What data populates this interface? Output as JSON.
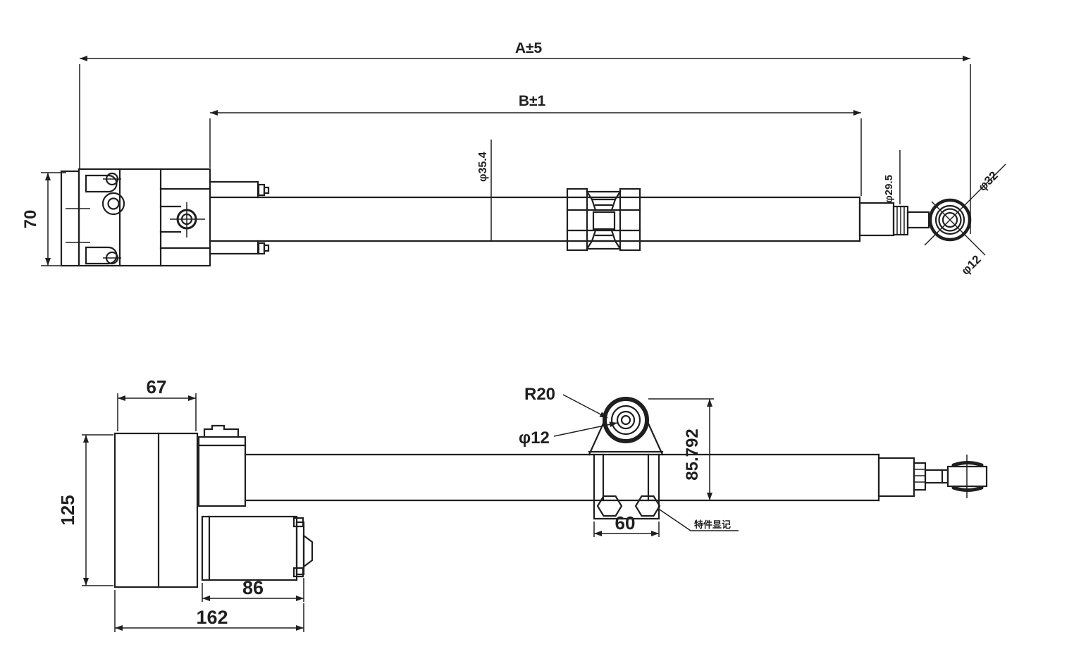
{
  "drawing": {
    "background_color": "#ffffff",
    "line_color": "#1f1f1f",
    "top_view": {
      "dimensions": {
        "overall_length": "A±5",
        "retracted_length": "B±1",
        "housing_height": "70",
        "outer_tube_diameter": "φ35.4",
        "end_cap_diameter": "φ29.5",
        "rod_end_outer_diameter": "φ32",
        "rod_end_hole_diameter": "φ12"
      }
    },
    "bottom_view": {
      "dimensions": {
        "gearbox_width": "67",
        "gearbox_height": "125",
        "motor_length": "86",
        "overall_body_length": "162",
        "mount_bracket_radius": "R20",
        "mount_bracket_hole_diameter": "φ12",
        "mount_bracket_height": "85.792",
        "mount_bracket_width": "60"
      },
      "annotation": "特件显记"
    }
  }
}
